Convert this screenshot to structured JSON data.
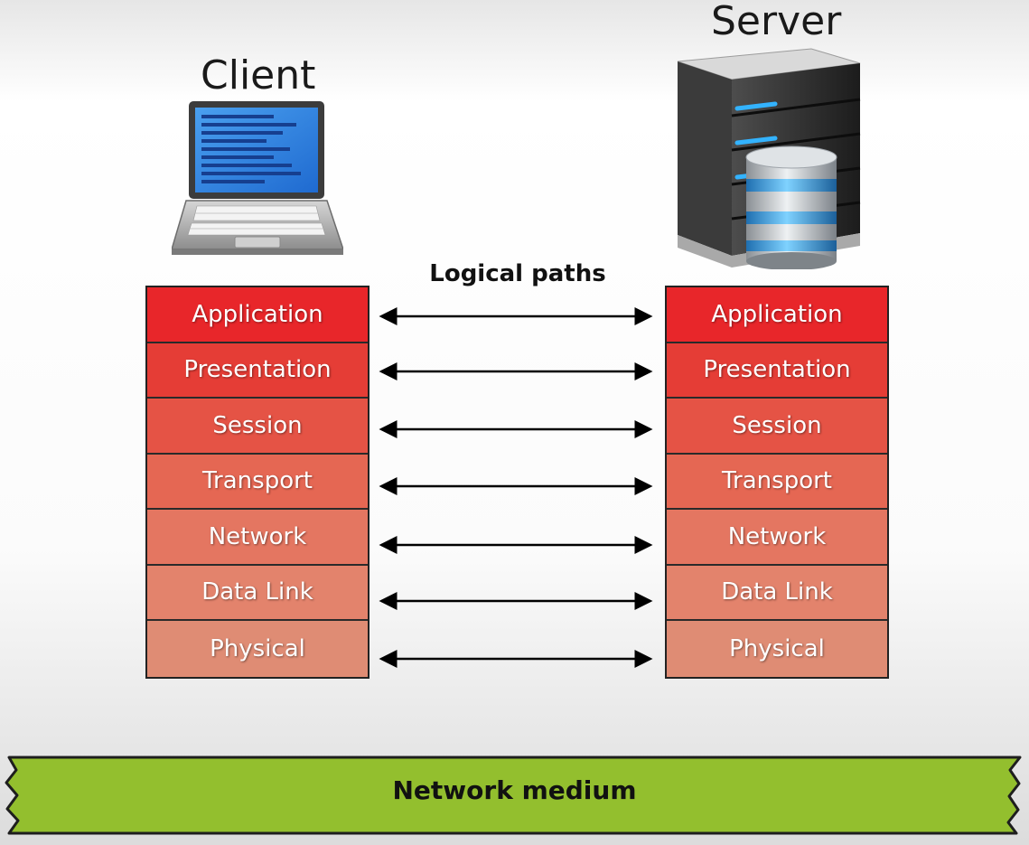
{
  "client": {
    "title": "Client"
  },
  "server": {
    "title": "Server"
  },
  "logical_paths_label": "Logical paths",
  "layers": [
    {
      "name": "Application",
      "color": "#e8262a"
    },
    {
      "name": "Presentation",
      "color": "#e53d36"
    },
    {
      "name": "Session",
      "color": "#e55345"
    },
    {
      "name": "Transport",
      "color": "#e56753"
    },
    {
      "name": "Network",
      "color": "#e47661"
    },
    {
      "name": "Data Link",
      "color": "#e3836c"
    },
    {
      "name": "Physical",
      "color": "#df8c74"
    }
  ],
  "network_medium": {
    "label": "Network medium",
    "color": "#93bf2e"
  },
  "icons": {
    "client": "laptop-icon",
    "server": "server-database-icon"
  }
}
